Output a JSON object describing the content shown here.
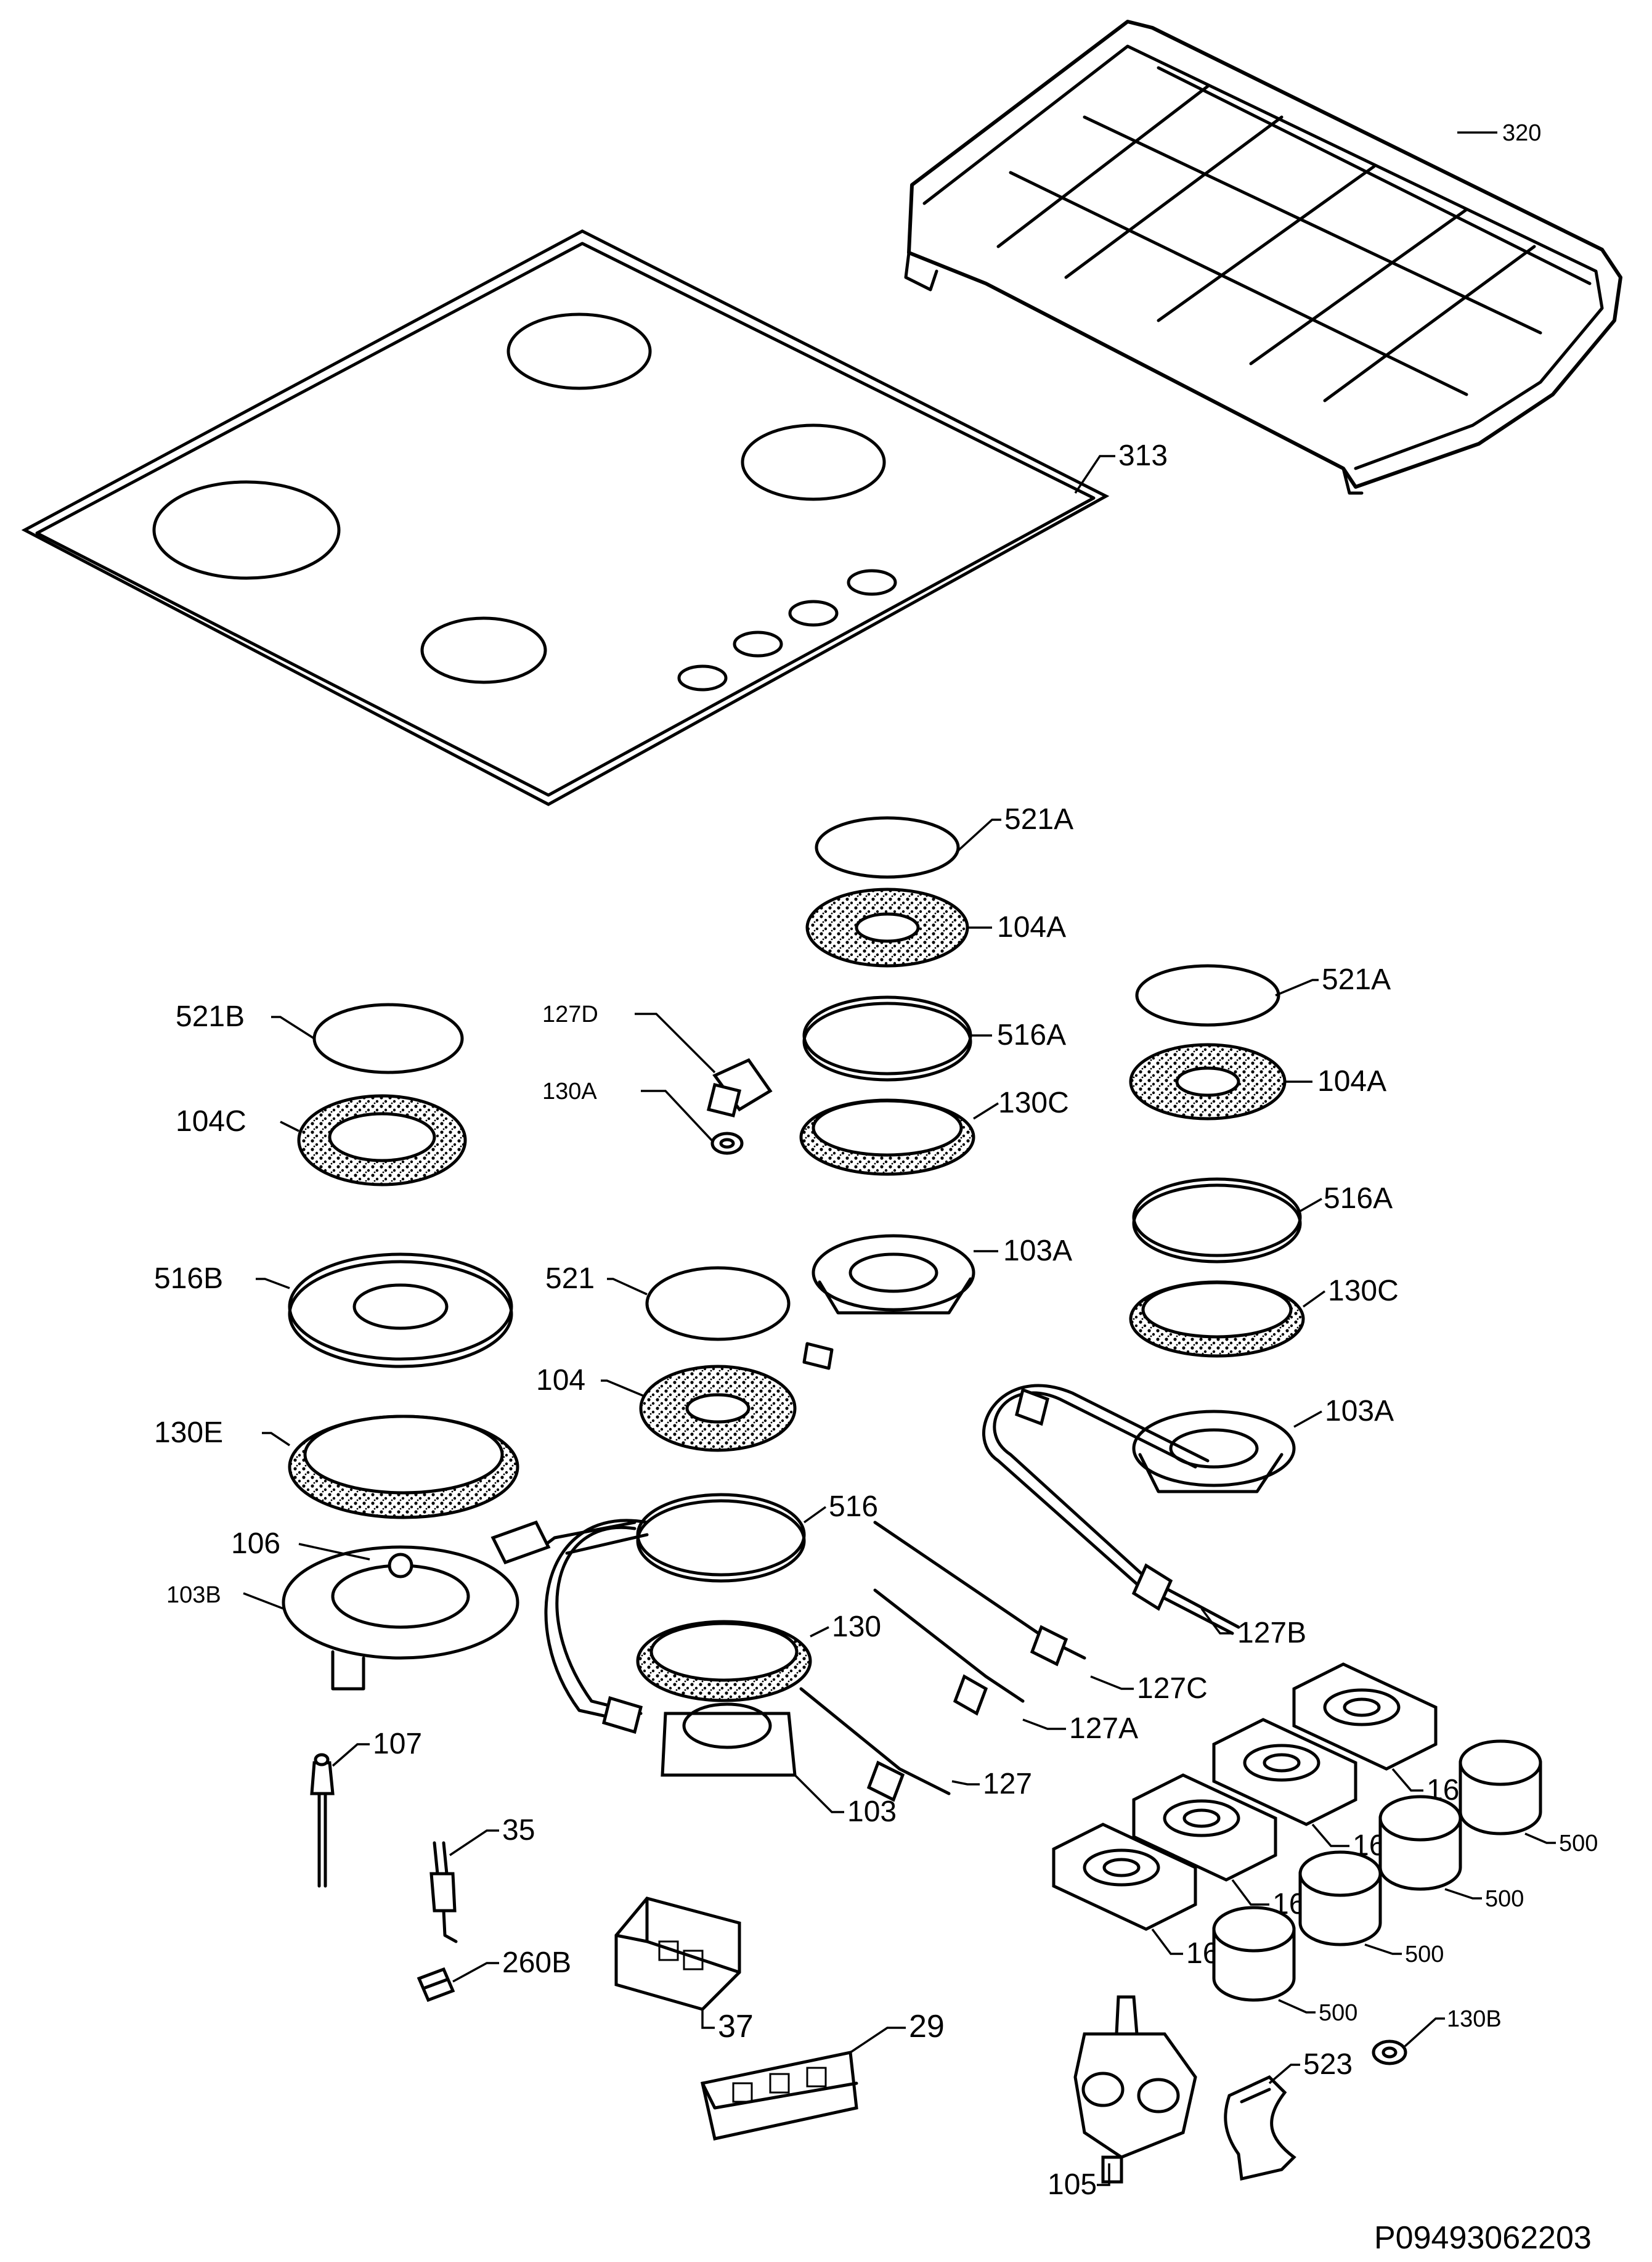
{
  "diagram": {
    "labels": {
      "l320": "320",
      "l313": "313",
      "l521A_1": "521A",
      "l104A_1": "104A",
      "l521A_2": "521A",
      "l104A_2": "104A",
      "l516A_1": "516A",
      "l516A_2": "516A",
      "l130C_1": "130C",
      "l130C_2": "130C",
      "l103A_1": "103A",
      "l103A_2": "103A",
      "l521B": "521B",
      "l127D": "127D",
      "l130A": "130A",
      "l104C": "104C",
      "l516B": "516B",
      "l521": "521",
      "l104": "104",
      "l130E": "130E",
      "l106": "106",
      "l103B": "103B",
      "l516": "516",
      "l130": "130",
      "l127B": "127B",
      "l127C": "127C",
      "l127A": "127A",
      "l127": "127",
      "l103": "103",
      "l107": "107",
      "l35": "35",
      "l260B": "260B",
      "l37": "37",
      "l29": "29",
      "l16_1": "16",
      "l16_2": "16",
      "l16_3": "16",
      "l16_4": "16",
      "l500_1": "500",
      "l500_2": "500",
      "l500_3": "500",
      "l500_4": "500",
      "l130B": "130B",
      "l523": "523",
      "l105": "105"
    },
    "drawing_code": "P09493062203"
  }
}
